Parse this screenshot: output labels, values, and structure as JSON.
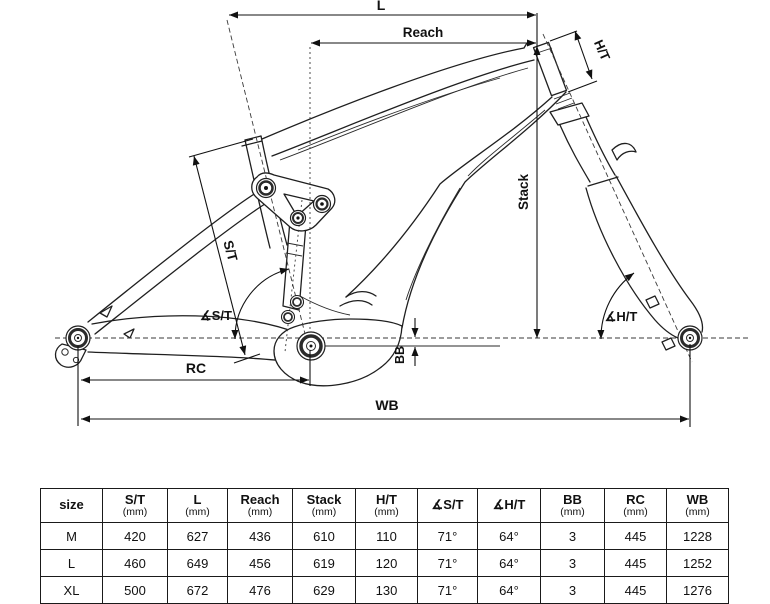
{
  "diagram": {
    "labels": {
      "l": "L",
      "reach": "Reach",
      "ht": "H/T",
      "stack": "Stack",
      "st": "S/T",
      "angle_st": "∡S/T",
      "angle_ht": "∡H/T",
      "bb": "BB",
      "rc": "RC",
      "wb": "WB"
    }
  },
  "table": {
    "headers": [
      {
        "label": "size",
        "unit": ""
      },
      {
        "label": "S/T",
        "unit": "(mm)"
      },
      {
        "label": "L",
        "unit": "(mm)"
      },
      {
        "label": "Reach",
        "unit": "(mm)"
      },
      {
        "label": "Stack",
        "unit": "(mm)"
      },
      {
        "label": "H/T",
        "unit": "(mm)"
      },
      {
        "label": "∡S/T",
        "unit": ""
      },
      {
        "label": "∡H/T",
        "unit": ""
      },
      {
        "label": "BB",
        "unit": "(mm)"
      },
      {
        "label": "RC",
        "unit": "(mm)"
      },
      {
        "label": "WB",
        "unit": "(mm)"
      }
    ],
    "rows": [
      [
        "M",
        "420",
        "627",
        "436",
        "610",
        "110",
        "71°",
        "64°",
        "3",
        "445",
        "1228"
      ],
      [
        "L",
        "460",
        "649",
        "456",
        "619",
        "120",
        "71°",
        "64°",
        "3",
        "445",
        "1252"
      ],
      [
        "XL",
        "500",
        "672",
        "476",
        "629",
        "130",
        "71°",
        "64°",
        "3",
        "445",
        "1276"
      ]
    ]
  },
  "colors": {
    "line": "#1a1a1a",
    "background": "#ffffff"
  }
}
